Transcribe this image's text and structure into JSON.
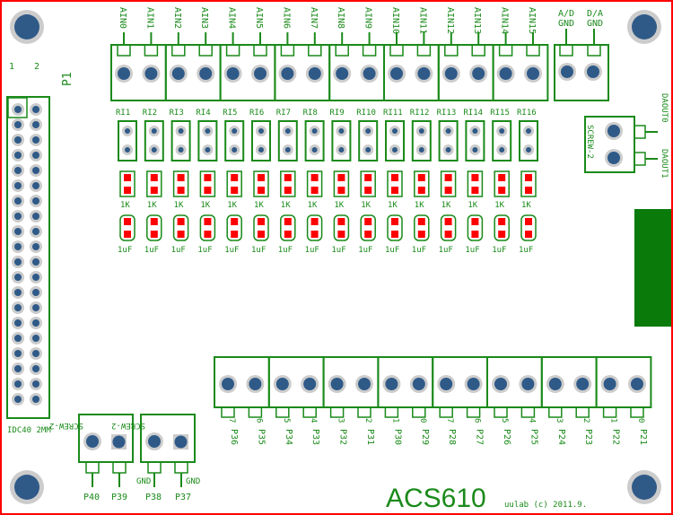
{
  "board": {
    "title": "ACS610",
    "copyright": "uulab (c) 2011.9.",
    "colors": {
      "silk": "#1a8a1a",
      "outline": "#ff0000",
      "pad": "#ff0000",
      "hole": "#2f5a88",
      "fill": "#0a7a0a"
    }
  },
  "idc": {
    "ref": "P1",
    "pin1": "1",
    "pin2": "2",
    "label": "IDC40 2MM"
  },
  "analog_inputs": [
    "AIN0",
    "AIN1",
    "AIN2",
    "AIN3",
    "AIN4",
    "AIN5",
    "AIN6",
    "AIN7",
    "AIN8",
    "AIN9",
    "AIN10",
    "AIN11",
    "AIN12",
    "AIN13",
    "AIN14",
    "AIN15"
  ],
  "gnd_labels": [
    "A/D\nGND",
    "D/A\nGND"
  ],
  "gnd_top": [
    "A/D",
    "D/A"
  ],
  "gnd_bottom": [
    "GND",
    "GND"
  ],
  "jumpers": [
    "RI1",
    "RI2",
    "RI3",
    "RI4",
    "RI5",
    "RI6",
    "RI7",
    "RI8",
    "RI9",
    "RI10",
    "RI11",
    "RI12",
    "RI13",
    "RI14",
    "RI15",
    "RI16"
  ],
  "resistor_label": "1K",
  "cap_label": "1uF",
  "dac": {
    "screw": "SCREW-2",
    "out0": "DAOUT0",
    "out1": "DAOUT1"
  },
  "digital_terminal": {
    "pins": [
      "7",
      "6",
      "5",
      "4",
      "3",
      "2",
      "1",
      "0",
      "7",
      "6",
      "5",
      "4",
      "3",
      "2",
      "1",
      "0"
    ],
    "ports": [
      "P36",
      "P35",
      "P34",
      "P33",
      "P32",
      "P31",
      "P30",
      "P29",
      "P28",
      "P27",
      "P26",
      "P25",
      "P24",
      "P23",
      "P22",
      "P21"
    ]
  },
  "bottom_left": {
    "screw_a": "SCREW-2",
    "screw_b": "SCREW-2",
    "a_ports": [
      "P40",
      "P39"
    ],
    "b_gnd": [
      "GND",
      "GND"
    ],
    "b_ports": [
      "P38",
      "P37"
    ]
  }
}
